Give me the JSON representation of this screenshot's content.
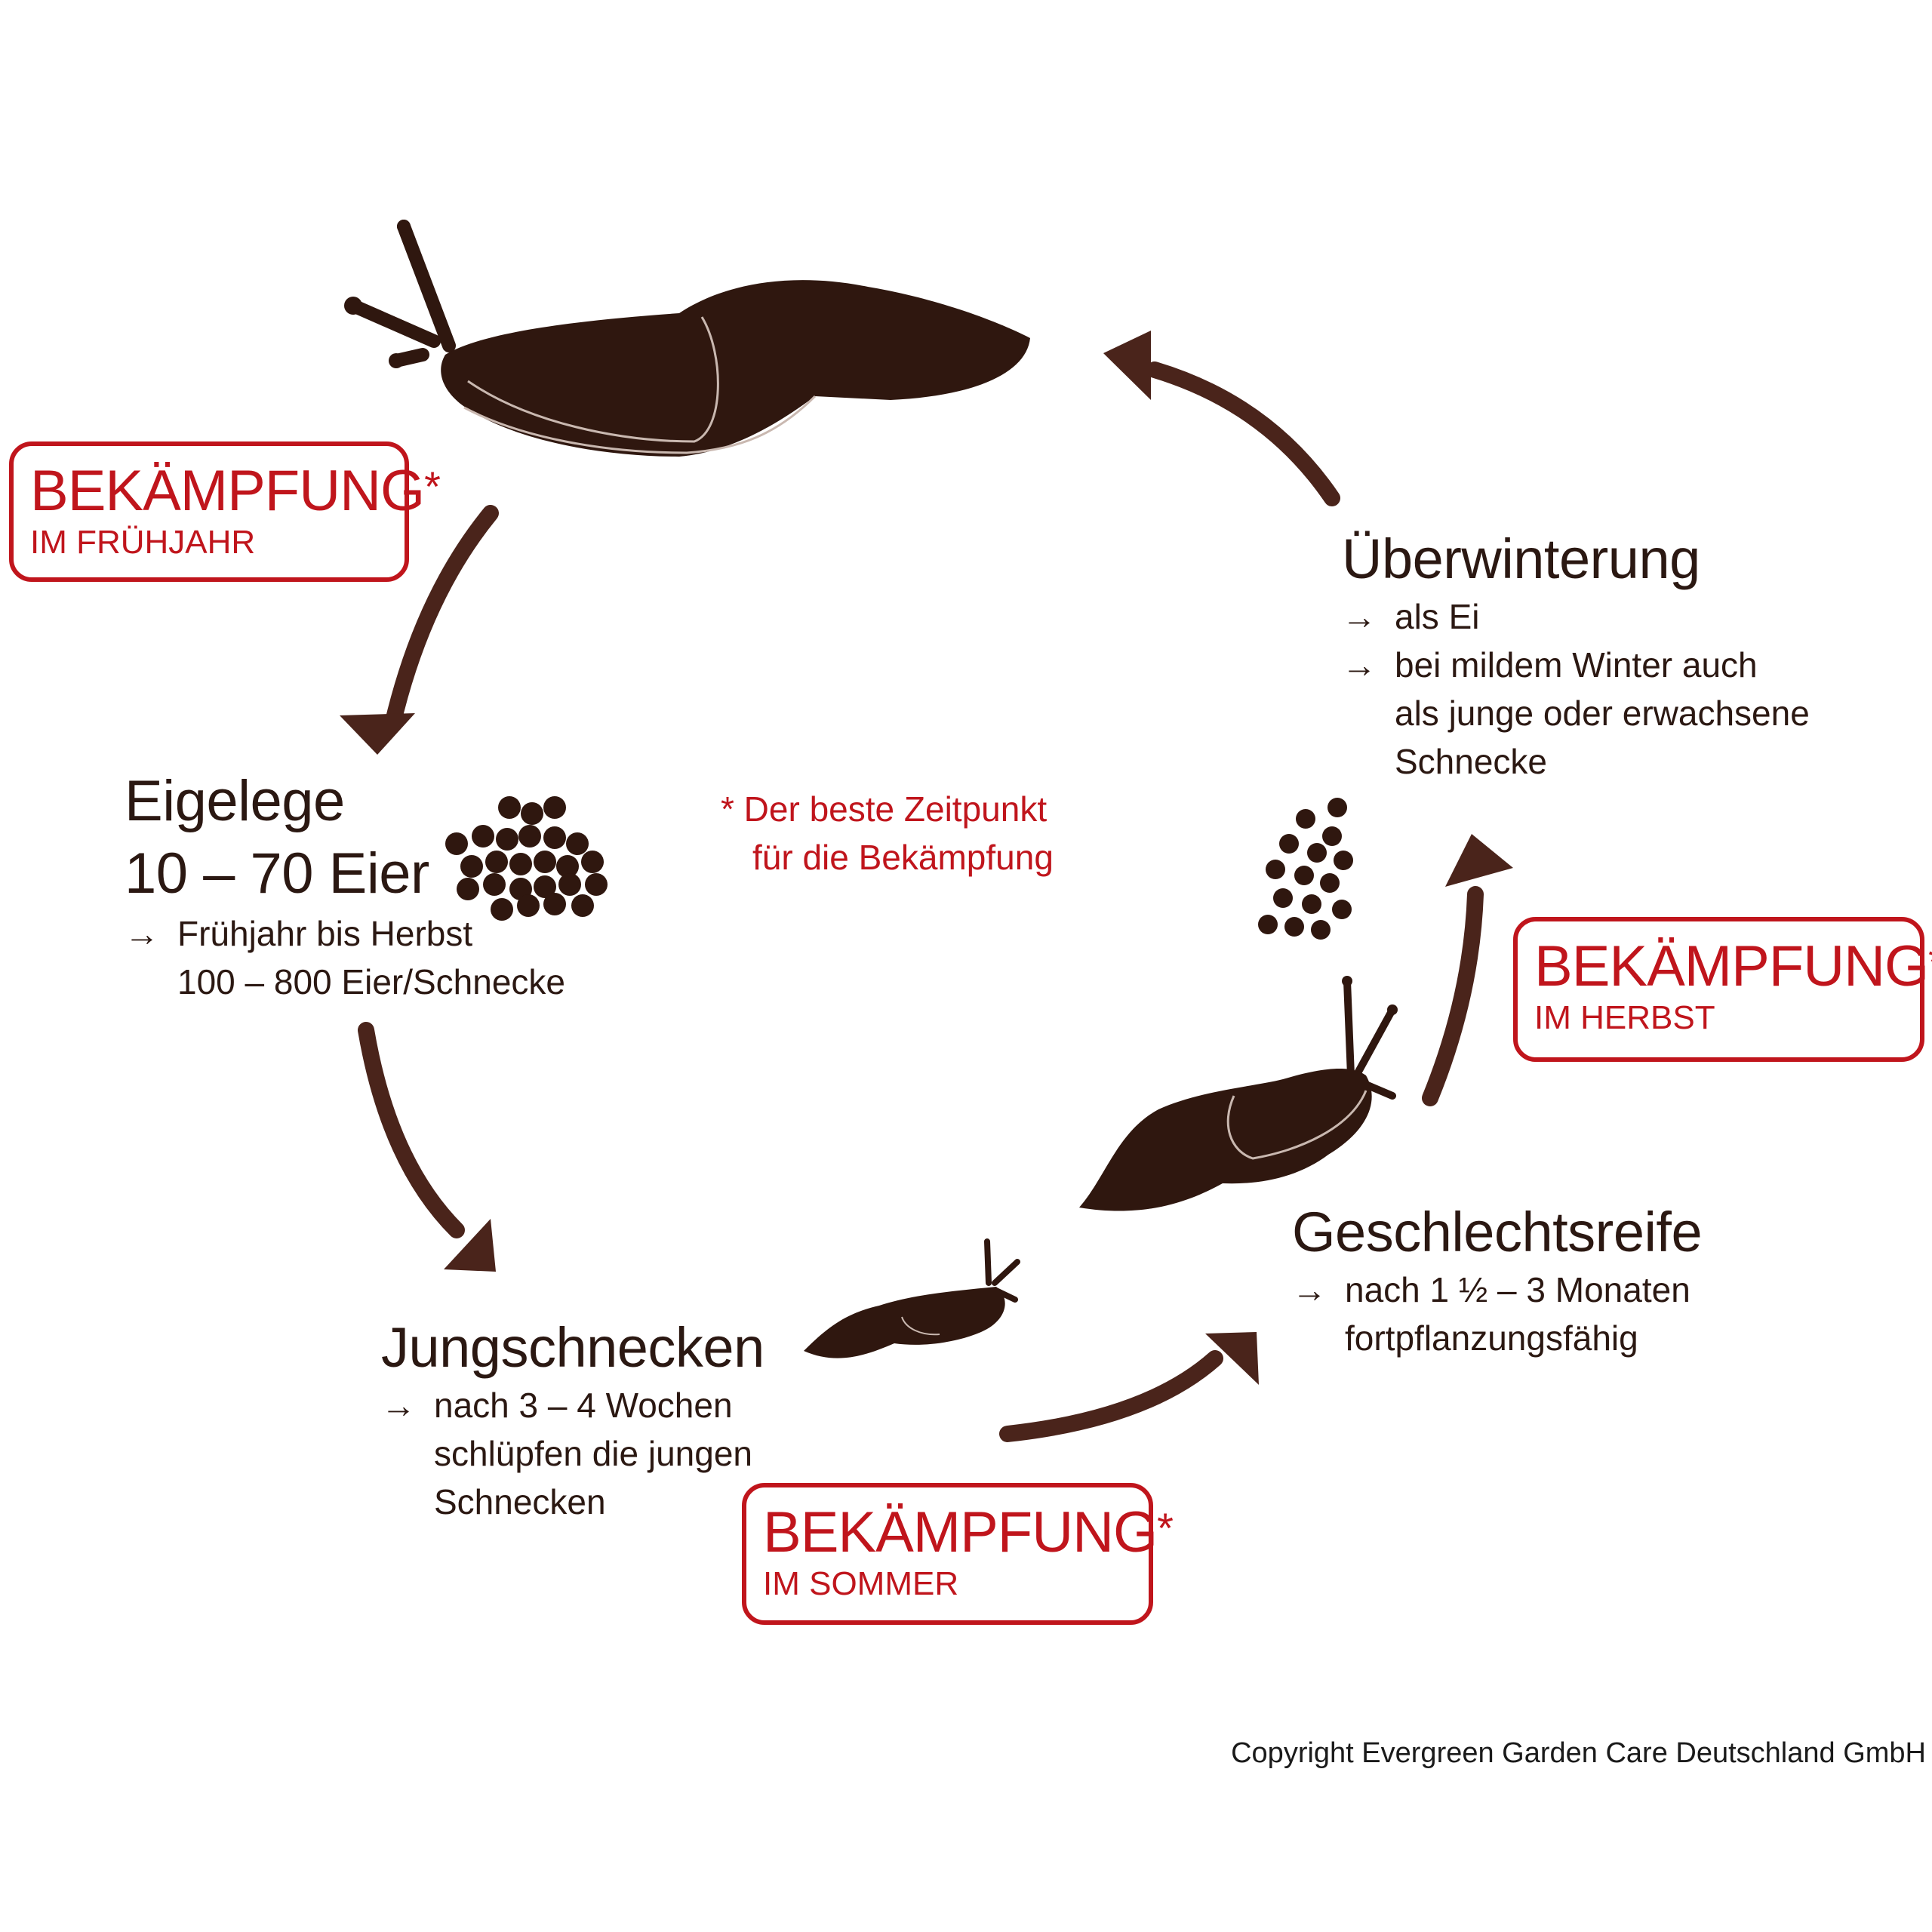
{
  "badges": {
    "spring": {
      "title": "BEKÄMPFUNG",
      "star": "*",
      "subtitle": "IM FRÜHJAHR"
    },
    "autumn": {
      "title": "BEKÄMPFUNG",
      "star": "*",
      "subtitle": "IM HERBST"
    },
    "summer": {
      "title": "BEKÄMPFUNG",
      "star": "*",
      "subtitle": "IM SOMMER"
    }
  },
  "stages": {
    "eigelege": {
      "title_line1": "Eigelege",
      "title_line2": "10 – 70 Eier",
      "bullet_arrow": "→",
      "bullet_line1": "Frühjahr bis Herbst",
      "bullet_line2": "100 – 800 Eier/Schnecke"
    },
    "jungschnecken": {
      "title": "Jungschnecken",
      "bullet_arrow": "→",
      "bullet_line1": "nach 3 – 4 Wochen",
      "bullet_line2": "schlüpfen die jungen",
      "bullet_line3": "Schnecken"
    },
    "geschlechtsreife": {
      "title": "Geschlechtsreife",
      "bullet_arrow": "→",
      "bullet_line1": "nach 1 ½ – 3 Monaten",
      "bullet_line2": "fortpflanzungsfähig"
    },
    "ueberwinterung": {
      "title": "Überwinterung",
      "bullet1_arrow": "→",
      "bullet1": "als Ei",
      "bullet2_arrow": "→",
      "bullet2_line1": "bei mildem Winter auch",
      "bullet2_line2": "als junge oder erwachsene",
      "bullet2_line3": "Schnecke"
    }
  },
  "note": {
    "line1": "* Der beste Zeitpunkt",
    "line2": "für die Bekämpfung"
  },
  "copyright": "Copyright Evergreen Garden Care Deutschland GmbH",
  "colors": {
    "accent_red": "#c0151c",
    "arrow_brown": "#4a241b",
    "slug_dark": "#2f170f",
    "text_dark": "#2b1812"
  }
}
